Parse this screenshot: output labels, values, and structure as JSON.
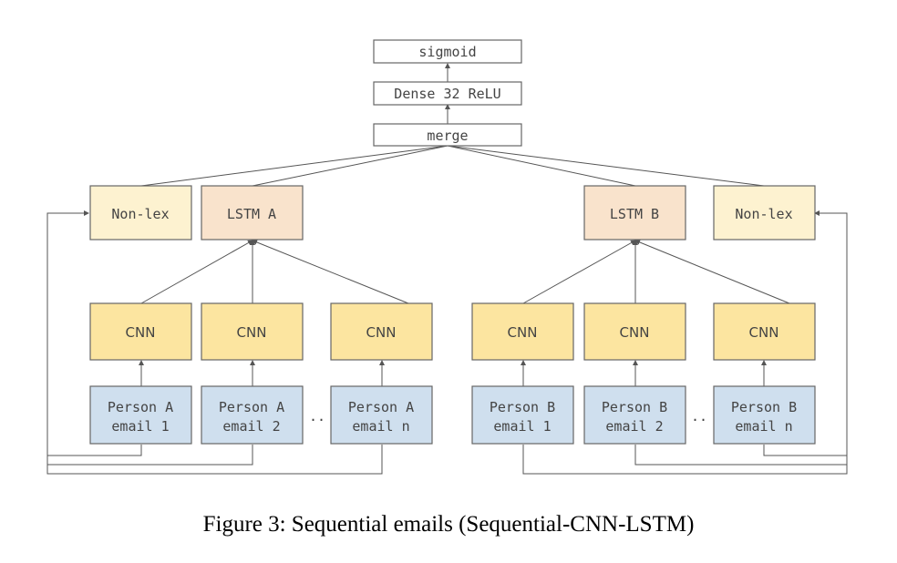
{
  "diagram": {
    "colors": {
      "white": "#ffffff",
      "nonlex": "#fdf2d0",
      "lstm": "#f9e3cc",
      "cnn": "#fce5a0",
      "email": "#cfdfee",
      "stroke": "#666666"
    },
    "top": {
      "sigmoid": "sigmoid",
      "dense": "Dense 32 ReLU",
      "merge": "merge"
    },
    "left": {
      "nonlex": "Non-lex",
      "lstm": "LSTM A",
      "cnn": [
        "CNN",
        "CNN",
        "CNN"
      ],
      "emails": [
        {
          "line1": "Person A",
          "line2": "email 1"
        },
        {
          "line1": "Person A",
          "line2": "email 2"
        },
        {
          "line1": "Person A",
          "line2": "email n"
        }
      ],
      "ellipsis": "··"
    },
    "right": {
      "nonlex": "Non-lex",
      "lstm": "LSTM B",
      "cnn": [
        "CNN",
        "CNN",
        "CNN"
      ],
      "emails": [
        {
          "line1": "Person B",
          "line2": "email 1"
        },
        {
          "line1": "Person B",
          "line2": "email 2"
        },
        {
          "line1": "Person B",
          "line2": "email n"
        }
      ],
      "ellipsis": "··"
    }
  },
  "caption": "Figure 3: Sequential emails (Sequential-CNN-LSTM)"
}
